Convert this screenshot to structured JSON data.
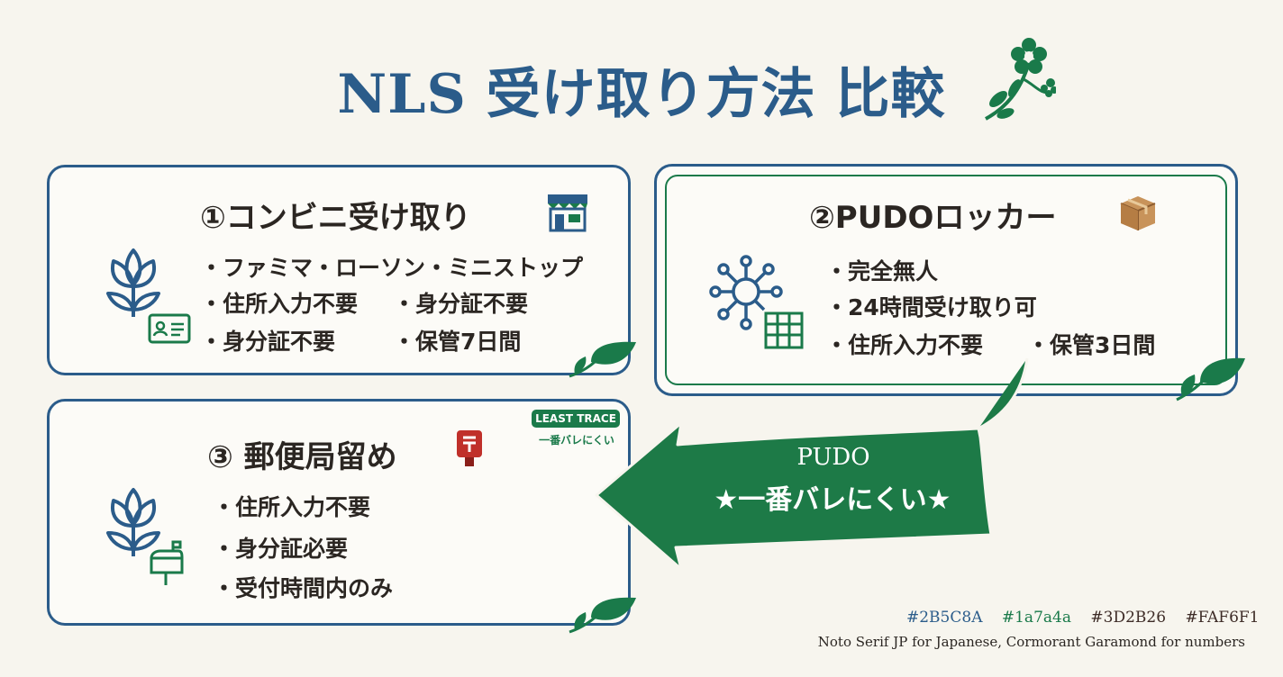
{
  "title": "NLS 受け取り方法 比較",
  "colors": {
    "blue": "#2B5C8A",
    "green": "#1a7a4a",
    "dark": "#3D2B26",
    "cream": "#FAF6F1"
  },
  "cards": [
    {
      "title": "①コンビニ受け取り",
      "title_icon": "convenience-store-icon",
      "bullets": [
        "・ファミマ・ローソン・ミニストップ",
        "・住所入力不要",
        "・身分証不要",
        "・身分証不要",
        "・保管7日間"
      ]
    },
    {
      "title": "②PUDOロッカー",
      "title_icon": "package-box-icon",
      "bullets": [
        "・完全無人",
        "・24時間受け取り可",
        "・住所入力不要",
        "・保管3日間"
      ]
    },
    {
      "title": "③ 郵便局留め",
      "title_icon": "post-box-icon",
      "bullets": [
        "・住所入力不要",
        "・身分証必要",
        "・受付時間内のみ"
      ]
    }
  ],
  "badge": {
    "label": "LEAST TRACE",
    "sub": "一番バレにくい"
  },
  "arrow": {
    "title": "PUDO",
    "subtitle": "★一番バレにくい★"
  },
  "swatches": [
    "#2B5C8A",
    "#1a7a4a",
    "#3D2B26",
    "#FAF6F1"
  ],
  "footnote": "Noto Serif JP for Japanese, Cormorant Garamond for numbers"
}
